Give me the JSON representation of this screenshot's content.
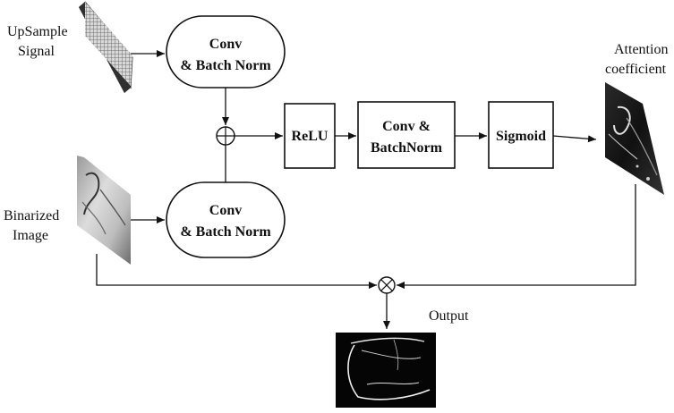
{
  "labels": {
    "upsample_line1": "UpSample",
    "upsample_line2": "Signal",
    "binarized_line1": "Binarized",
    "binarized_line2": "Image",
    "attention_line1": "Attention",
    "attention_line2": "coefficient",
    "output": "Output"
  },
  "blocks": {
    "conv_top_line1": "Conv",
    "conv_top_line2": "& Batch Norm",
    "conv_bottom_line1": "Conv",
    "conv_bottom_line2": "& Batch Norm",
    "relu": "ReLU",
    "conv_bn_line1": "Conv &",
    "conv_bn_line2": "BatchNorm",
    "sigmoid": "Sigmoid"
  },
  "operators": {
    "add_symbol": "⊕",
    "multiply_symbol": "⊗"
  }
}
